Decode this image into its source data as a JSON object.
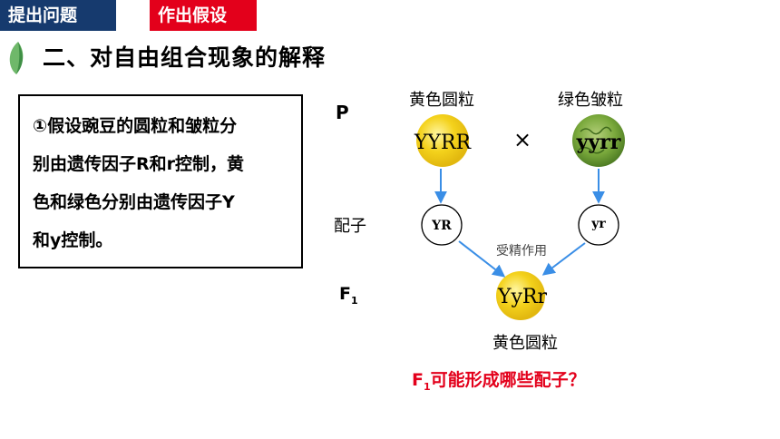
{
  "tabs": {
    "problem": "提出问题",
    "hypothesis": "作出假设"
  },
  "heading": "二、对自由组合现象的解释",
  "hypothesis_box": {
    "lines": [
      "①假设豌豆的圆粒和皱粒分",
      "别由遗传因子R和r控制，黄",
      "色和绿色分别由遗传因子Y",
      "和y控制。"
    ]
  },
  "diagram": {
    "p_label": "P",
    "gamete_label": "配子",
    "f1_label": "F",
    "f1_sub": "1",
    "parent_left": {
      "phenotype": "黄色圆粒",
      "genotype": "YYRR",
      "color": "#f4d21c"
    },
    "parent_right": {
      "phenotype": "绿色皱粒",
      "genotype": "yyrr",
      "color": "#7aa93c"
    },
    "cross_symbol": "×",
    "gamete_left": "YR",
    "gamete_right": "yr",
    "fertilization": "受精作用",
    "f1_genotype": "YyRr",
    "f1_phenotype": "黄色圆粒",
    "arrow_color": "#3a8ee6"
  },
  "question": {
    "prefix": "F",
    "sub": "1",
    "text": "可能形成哪些配子？"
  }
}
